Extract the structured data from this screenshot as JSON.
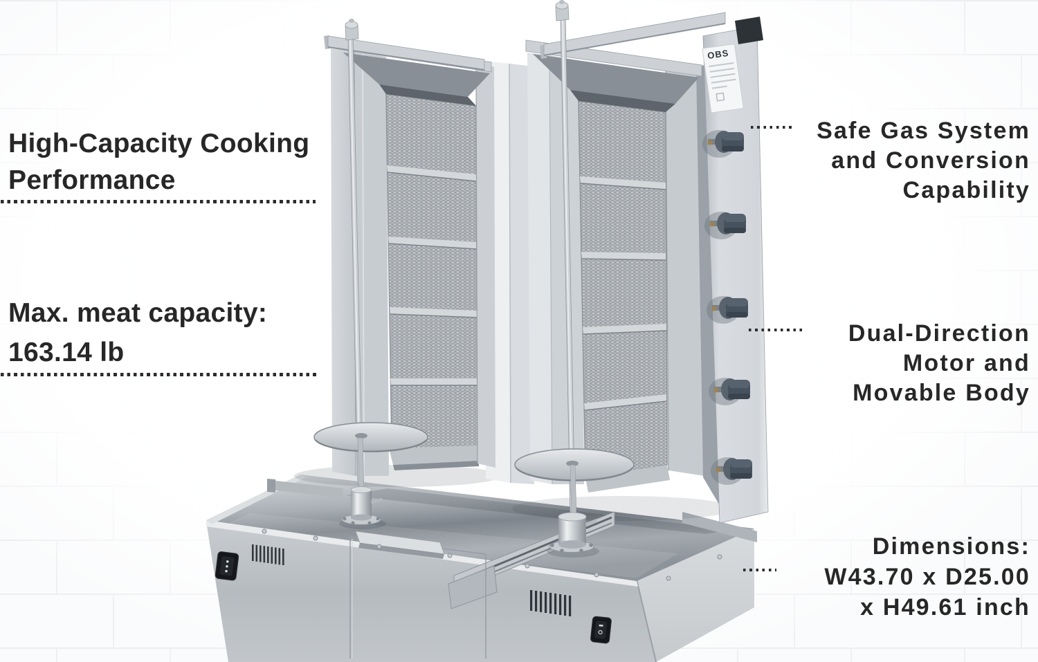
{
  "meta": {
    "description": "Product infographic: stainless steel double-spit gas shawarma / doner kebab broiler with feature callouts",
    "background_color": "#ffffff",
    "text_color": "#272727",
    "leader_dot_color": "#2c2c2c"
  },
  "annotations": {
    "left": [
      {
        "id": "high-capacity",
        "lines": [
          "High-Capacity Cooking",
          "Performance"
        ]
      },
      {
        "id": "meat-capacity",
        "lines": [
          "Max. meat capacity:",
          "163.14 lb"
        ]
      }
    ],
    "right": [
      {
        "id": "safe-gas",
        "lines": [
          "Safe Gas System",
          "and Conversion",
          "Capability"
        ]
      },
      {
        "id": "dual-direction",
        "lines": [
          "Dual-Direction",
          "Motor and",
          "Movable Body"
        ]
      },
      {
        "id": "dimensions",
        "lines": [
          "Dimensions:",
          "W43.70 x D25.00",
          "x H49.61 inch"
        ]
      }
    ]
  },
  "machine": {
    "brand_label": "OBS",
    "gas_knob_count": 5,
    "burner_panels_per_spit": 5,
    "spit_count": 2,
    "colors": {
      "steel_light": "#dfe2e5",
      "steel_mid": "#c2c7cb",
      "steel_dark": "#8f969d",
      "hood": "#898f96",
      "knob": "#46525e",
      "switch": "#15171a"
    }
  }
}
